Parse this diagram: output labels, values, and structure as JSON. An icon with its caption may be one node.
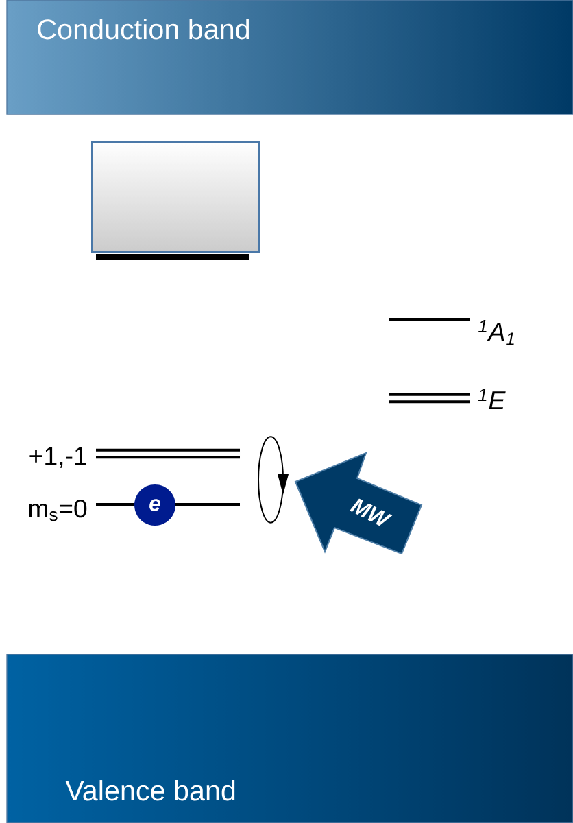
{
  "diagram": {
    "nodes": [
      {
        "text": [
          "Conduction band"
        ]
      },
      {
        "text": [],
        "shape": "box"
      },
      {
        "text": [
          "e"
        ]
      },
      {
        "text": [
          "MW"
        ]
      },
      {
        "text": [
          "Valence band"
        ]
      }
    ],
    "labels": [
      "$^{1}$A$_{1}$",
      "$^{1}$E",
      "+1,-1",
      "m$_{s}$=0"
    ]
  }
}
